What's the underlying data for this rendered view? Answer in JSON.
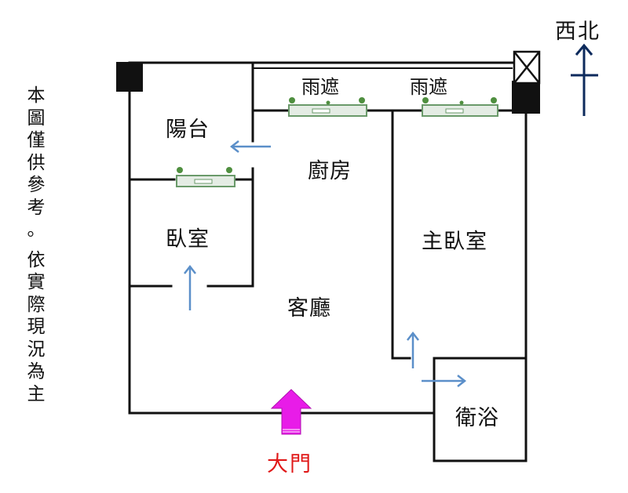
{
  "disclaimer": {
    "line1": "本圖僅供參考。",
    "line2": "依實際現況為主"
  },
  "compass": {
    "label": "西北",
    "color": "#0d2a5c"
  },
  "rooms": {
    "balcony": "陽台",
    "kitchen": "廚房",
    "bedroom": "臥室",
    "living_room": "客廳",
    "master_bedroom": "主臥室",
    "bathroom": "衛浴"
  },
  "canopies": {
    "left": "雨遮",
    "right": "雨遮"
  },
  "entrance": {
    "label": "大門",
    "label_color": "#e01818",
    "arrow_color": "#e81ce8"
  },
  "colors": {
    "wall": "#111111",
    "flow_arrow": "#5b8fc9",
    "window_frame": "#6a9a6a"
  }
}
